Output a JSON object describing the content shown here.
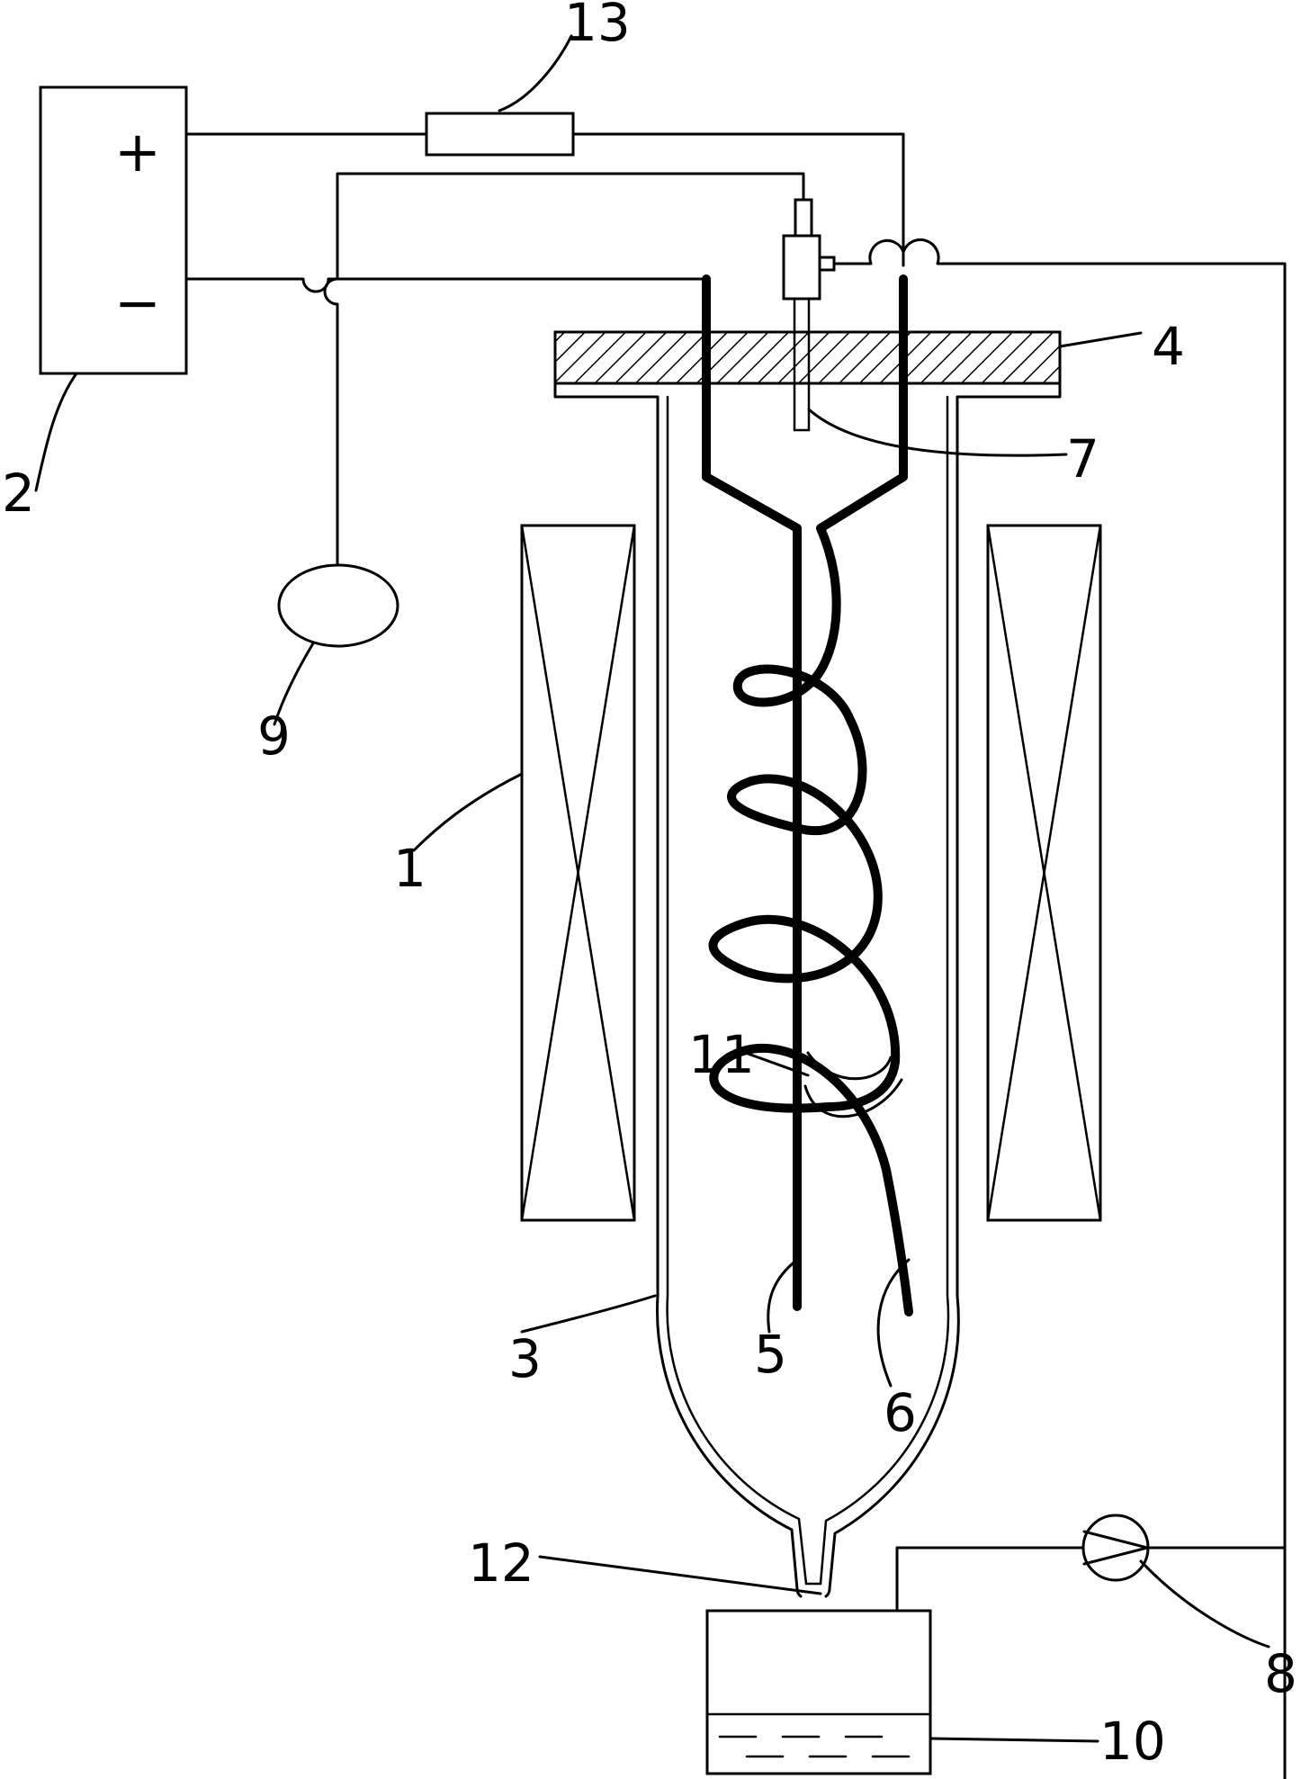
{
  "labels": {
    "l1": "1",
    "l2": "2",
    "l3": "3",
    "l4": "4",
    "l5": "5",
    "l6": "6",
    "l7": "7",
    "l8": "8",
    "l9": "9",
    "l10": "10",
    "l11": "11",
    "l12": "12",
    "l13": "13"
  },
  "power_supply": {
    "plus": "+",
    "minus": "−"
  }
}
